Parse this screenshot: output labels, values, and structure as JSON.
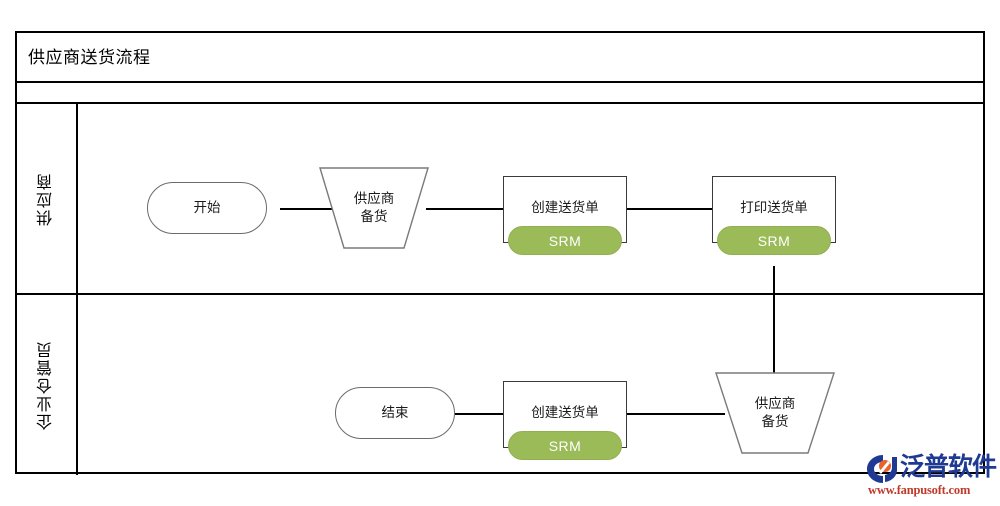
{
  "diagram": {
    "type": "swimlane-flowchart",
    "title": "供应商送货流程",
    "lanes": [
      {
        "id": "supplier",
        "label": "供应商"
      },
      {
        "id": "warehouse",
        "label": "企业仓管员"
      }
    ],
    "nodes": [
      {
        "id": "start",
        "lane": "supplier",
        "shape": "terminator",
        "label": "开始",
        "badge": null
      },
      {
        "id": "prep-top",
        "lane": "supplier",
        "shape": "trapezoid",
        "label": "供应商\n备货",
        "badge": null
      },
      {
        "id": "create-top",
        "lane": "supplier",
        "shape": "process",
        "label": "创建送货单",
        "badge": "SRM"
      },
      {
        "id": "print-top",
        "lane": "supplier",
        "shape": "process",
        "label": "打印送货单",
        "badge": "SRM"
      },
      {
        "id": "end",
        "lane": "warehouse",
        "shape": "terminator",
        "label": "结束",
        "badge": null
      },
      {
        "id": "create-bot",
        "lane": "warehouse",
        "shape": "process",
        "label": "创建送货单",
        "badge": "SRM"
      },
      {
        "id": "prep-bot",
        "lane": "warehouse",
        "shape": "trapezoid",
        "label": "供应商\n备货",
        "badge": null
      }
    ],
    "edges": [
      {
        "from": "start",
        "to": "prep-top"
      },
      {
        "from": "prep-top",
        "to": "create-top"
      },
      {
        "from": "create-top",
        "to": "print-top"
      },
      {
        "from": "print-top",
        "to": "prep-bot"
      },
      {
        "from": "prep-bot",
        "to": "create-bot"
      },
      {
        "from": "create-bot",
        "to": "end"
      }
    ],
    "badge_color": "#9BBB59",
    "frame_color": "#000000"
  },
  "brand": {
    "name": "泛普软件",
    "url": "www.fanpusoft.com",
    "name_color": "#1F3A93",
    "url_color": "#C0392B"
  }
}
